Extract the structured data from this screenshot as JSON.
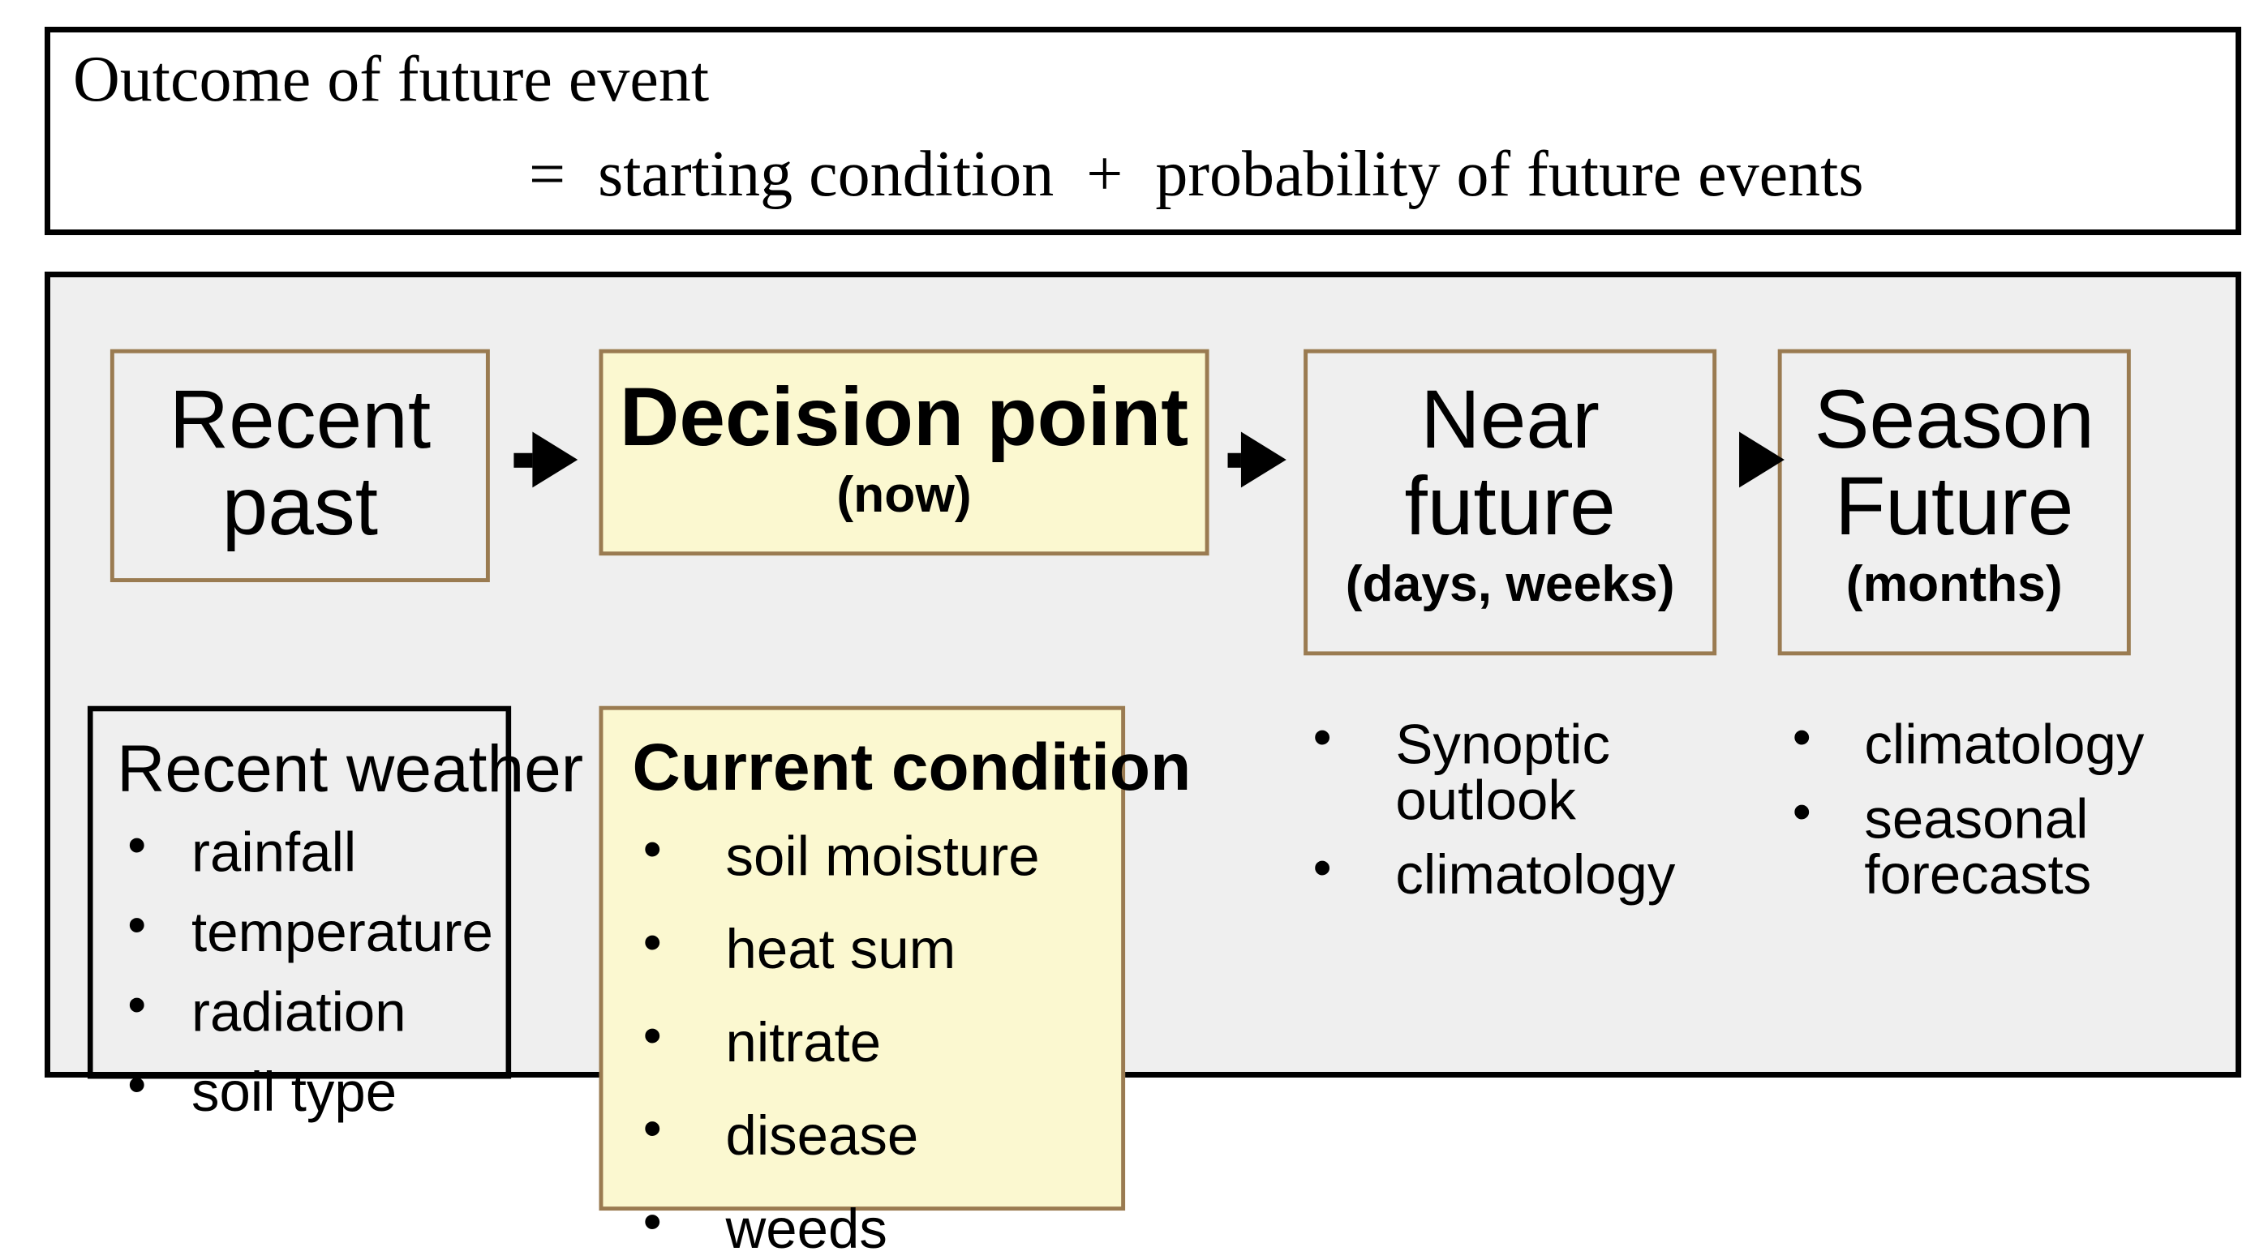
{
  "equation": {
    "line1": "Outcome of future event",
    "line2": "=  starting condition  +  probability of future events"
  },
  "timeline": {
    "stages": [
      {
        "title": "Recent\npast",
        "sub": "",
        "style": "plain",
        "title_bold": false
      },
      {
        "title": "Decision point",
        "sub": "(now)",
        "style": "yellow",
        "title_bold": true
      },
      {
        "title": "Near\nfuture",
        "sub": "(days, weeks)",
        "style": "plain",
        "title_bold": false
      },
      {
        "title": "Season\nFuture",
        "sub": "(months)",
        "style": "plain",
        "title_bold": false
      }
    ],
    "arrows": [
      {
        "name": "arrow-recent-past-to-decision-point"
      },
      {
        "name": "arrow-decision-point-to-near-future"
      },
      {
        "name": "arrow-near-future-to-season-future"
      }
    ],
    "details": [
      {
        "heading": "Recent weather",
        "heading_bold": false,
        "style": "boxed-black",
        "items": [
          "rainfall",
          "temperature",
          "radiation",
          "soil type"
        ]
      },
      {
        "heading": "Current condition",
        "heading_bold": true,
        "style": "boxed-yellow",
        "items": [
          "soil moisture",
          "heat sum",
          "nitrate",
          "disease",
          "weeds"
        ]
      },
      {
        "heading": "",
        "heading_bold": false,
        "style": "plain",
        "items": [
          "Synoptic\noutlook",
          "climatology"
        ]
      },
      {
        "heading": "",
        "heading_bold": false,
        "style": "plain",
        "items": [
          "climatology",
          "seasonal\nforecasts"
        ]
      }
    ]
  },
  "colors": {
    "panel_background": "#efefef",
    "panel_border": "#000000",
    "stage_border": "#9a7b51",
    "highlight_fill": "#fbf8d0",
    "text": "#000000"
  }
}
